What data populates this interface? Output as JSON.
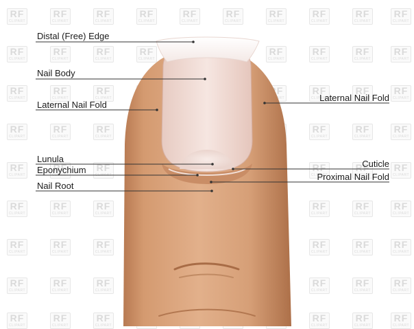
{
  "watermark": {
    "main": "RF",
    "sub": "CLIPART"
  },
  "labels": {
    "distal_edge": "Distal (Free) Edge",
    "nail_body": "Nail Body",
    "lateral_fold_left": "Laternal Nail Fold",
    "lateral_fold_right": "Laternal Nail Fold",
    "lunula": "Lunula",
    "eponychium": "Eponychium",
    "nail_root": "Nail Root",
    "cuticle": "Cuticle",
    "proximal_fold": "Proximal Nail Fold"
  },
  "colors": {
    "skin": "#d9a47d",
    "skin_shadow": "#b97e57",
    "nail": "#f3e1dc",
    "nail_tip": "#ffffff",
    "leader": "#333333"
  }
}
